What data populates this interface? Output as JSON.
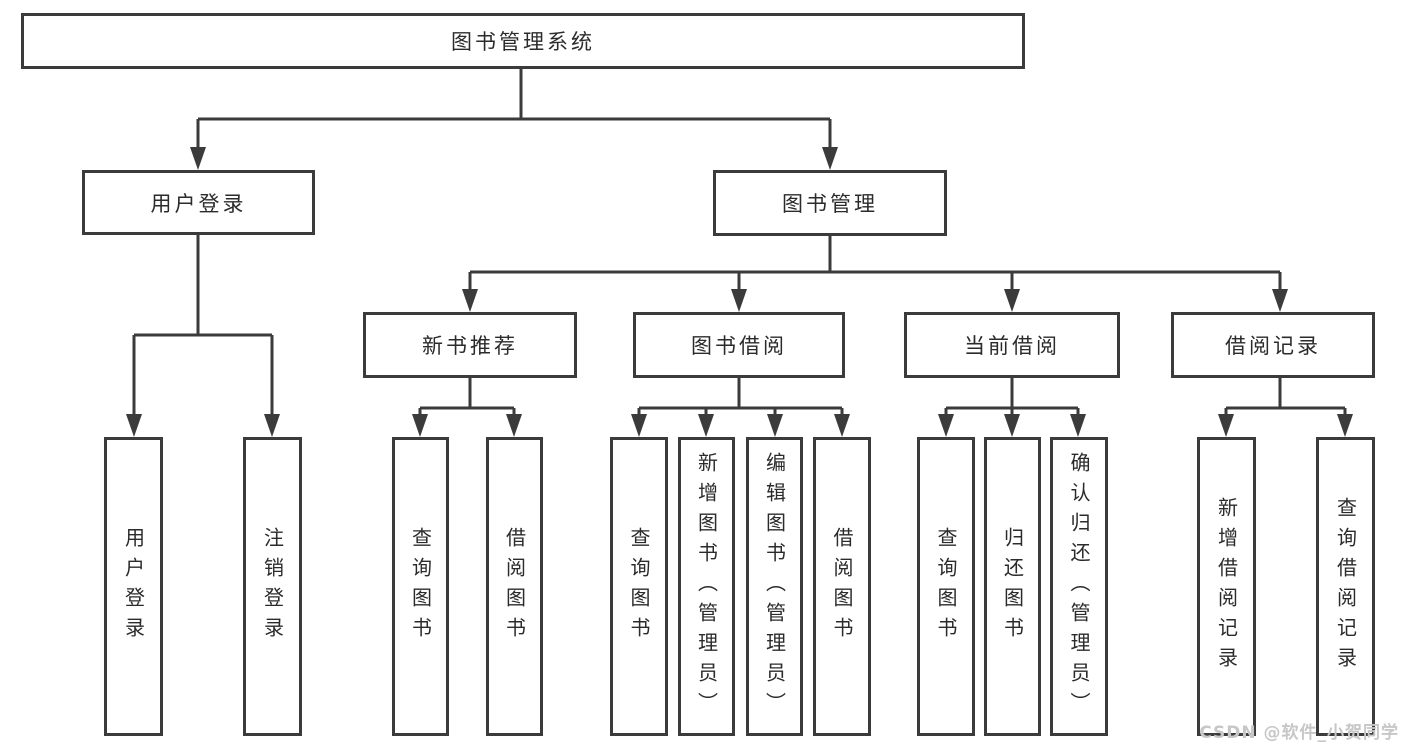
{
  "tree": {
    "label": "图书管理系统",
    "children": [
      {
        "label": "用户登录",
        "children": [
          {
            "label": "用户登录"
          },
          {
            "label": "注销登录"
          }
        ]
      },
      {
        "label": "图书管理",
        "children": [
          {
            "label": "新书推荐",
            "children": [
              {
                "label": "查询图书"
              },
              {
                "label": "借阅图书"
              }
            ]
          },
          {
            "label": "图书借阅",
            "children": [
              {
                "label": "查询图书"
              },
              {
                "label": "新增图书（管理员）"
              },
              {
                "label": "编辑图书（管理员）"
              },
              {
                "label": "借阅图书"
              }
            ]
          },
          {
            "label": "当前借阅",
            "children": [
              {
                "label": "查询图书"
              },
              {
                "label": "归还图书"
              },
              {
                "label": "确认归还（管理员）"
              }
            ]
          },
          {
            "label": "借阅记录",
            "children": [
              {
                "label": "新增借阅记录"
              },
              {
                "label": "查询借阅记录"
              }
            ]
          }
        ]
      }
    ]
  },
  "watermark": {
    "text": "CSDN @软件_小贺同学"
  },
  "colors": {
    "line": "#3b3b3b",
    "text": "#2b2b2b",
    "background": "#ffffff",
    "watermark": "#c7c7c7"
  }
}
